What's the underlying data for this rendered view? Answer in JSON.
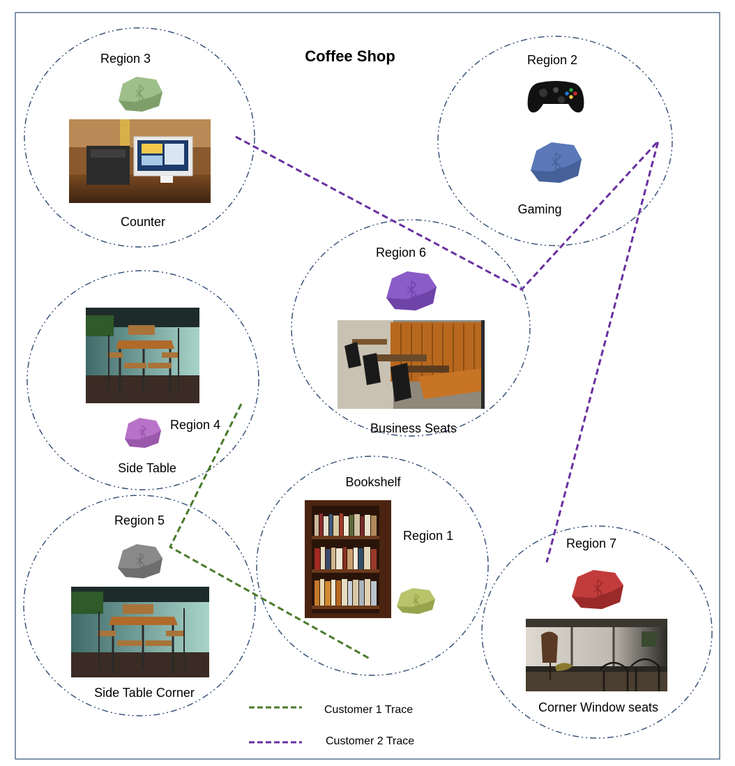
{
  "title": "Coffee Shop",
  "colors": {
    "frame": "#2f4f74",
    "circle_stroke": "#2f4a73",
    "customer1": "#4a7a2a",
    "customer2": "#6a2fa0",
    "beacon_region1": "#b7c46a",
    "beacon_region2": "#5b78b8",
    "beacon_region3": "#9fbf8a",
    "beacon_region4": "#b872c8",
    "beacon_region5": "#8a8a8a",
    "beacon_region6": "#8a5cc8",
    "beacon_region7": "#c23c3c"
  },
  "regions": [
    {
      "key": "r3",
      "region_label": "Region 3",
      "place_label": "Counter",
      "image_icon": "pos-terminal-photo"
    },
    {
      "key": "r2",
      "region_label": "Region 2",
      "place_label": "Gaming",
      "image_icon": "game-controller-icon"
    },
    {
      "key": "r6",
      "region_label": "Region 6",
      "place_label": "Business Seats",
      "image_icon": "booth-seating-photo"
    },
    {
      "key": "r4",
      "region_label": "Region 4",
      "place_label": "Side Table",
      "image_icon": "side-table-photo"
    },
    {
      "key": "r1",
      "region_label": "Region 1",
      "place_label": "Bookshelf",
      "image_icon": "bookshelf-photo"
    },
    {
      "key": "r5",
      "region_label": "Region 5",
      "place_label": "Side Table Corner",
      "image_icon": "side-table-photo"
    },
    {
      "key": "r7",
      "region_label": "Region 7",
      "place_label": "Corner Window seats",
      "image_icon": "window-seats-photo"
    }
  ],
  "legend": [
    {
      "label": "Customer 1 Trace",
      "color_key": "customer1"
    },
    {
      "label": "Customer 2 Trace",
      "color_key": "customer2"
    }
  ]
}
